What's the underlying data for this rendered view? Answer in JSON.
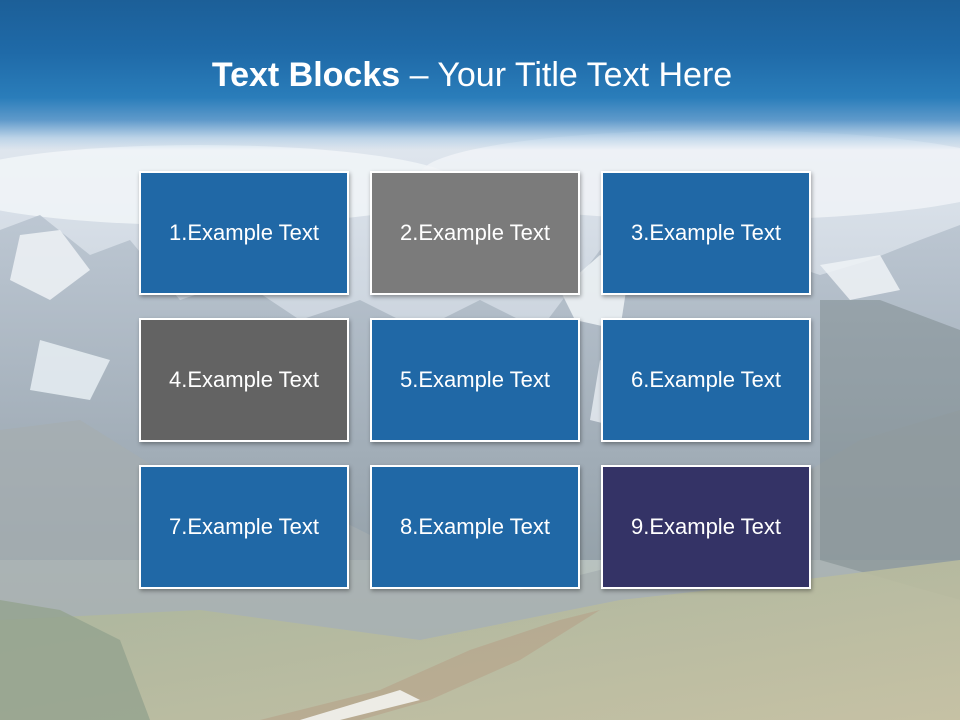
{
  "slide": {
    "title_bold": "Text Blocks",
    "title_dash": " – ",
    "title_rest": "Your Title Text Here"
  },
  "colors": {
    "header": "#1f6aa8",
    "blue_block": "#2068a6",
    "gray_block": "#7b7b7b",
    "dark_gray_block": "#636363",
    "navy_block": "#343366",
    "block_text": "#ffffff",
    "block_border": "#ffffff"
  },
  "blocks": [
    {
      "label": "1.Example Text",
      "color": "#2068a6"
    },
    {
      "label": "2.Example Text",
      "color": "#7b7b7b"
    },
    {
      "label": "3.Example Text",
      "color": "#2068a6"
    },
    {
      "label": "4.Example Text",
      "color": "#636363"
    },
    {
      "label": "5.Example Text",
      "color": "#2068a6"
    },
    {
      "label": "6.Example Text",
      "color": "#2068a6"
    },
    {
      "label": "7.Example Text",
      "color": "#2068a6"
    },
    {
      "label": "8.Example Text",
      "color": "#2068a6"
    },
    {
      "label": "9.Example Text",
      "color": "#343366"
    }
  ]
}
